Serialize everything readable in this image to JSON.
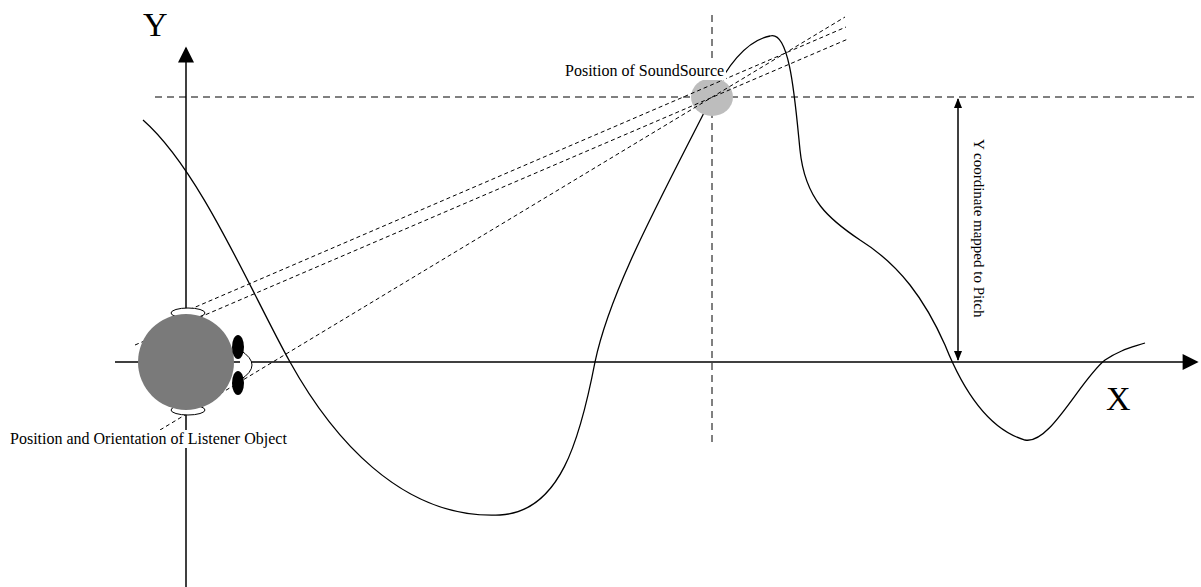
{
  "diagram": {
    "labels": [
      "Y",
      "Position of SoundSource",
      "Y coordinate mapped to Pitch",
      "Position and Orientation of Listener Object",
      "X"
    ]
  }
}
